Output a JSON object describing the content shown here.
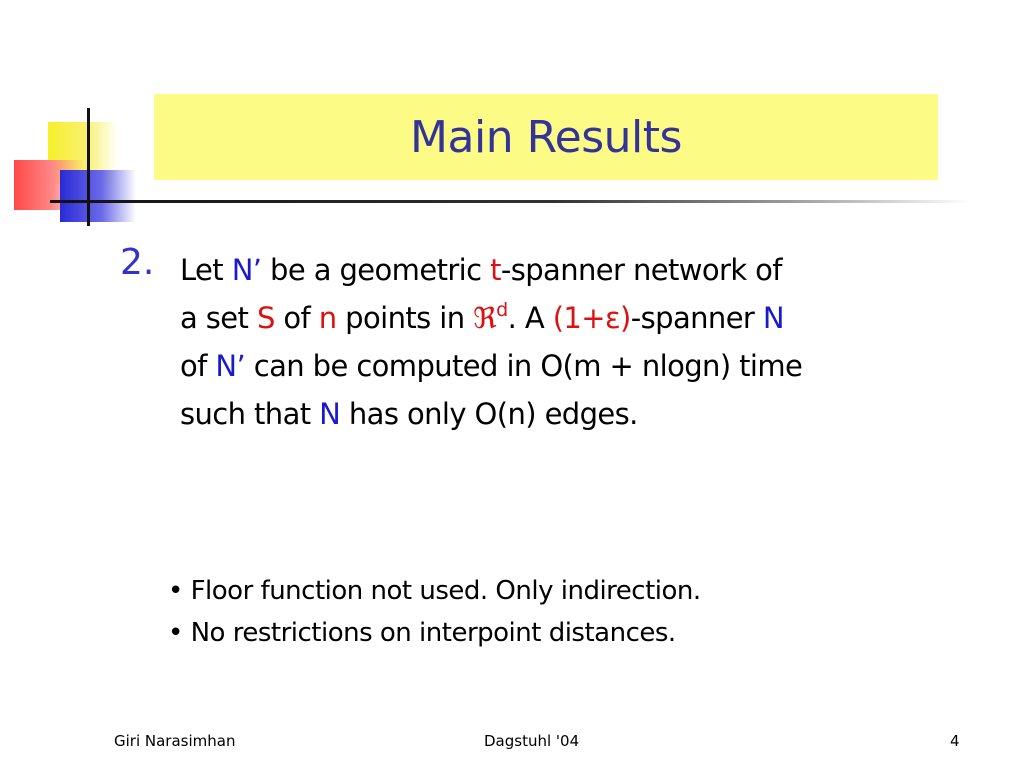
{
  "slide": {
    "title": "Main Results"
  },
  "item": {
    "number": "2.",
    "line1": {
      "a": "Let",
      "n_prime": "N’",
      "b": "be a geometric",
      "t": "t",
      "c": "-spanner network of"
    },
    "line2": {
      "a": "a set",
      "s": "S",
      "b": "of",
      "n": "n",
      "c": "points in",
      "real_symbol": "ℜ",
      "d_sup": "d",
      "d": ". A",
      "one_plus_eps": "(1+ε)",
      "e": "-spanner",
      "big_n": "N"
    },
    "line3": {
      "a": "of",
      "n_prime": "N’",
      "b": "can be computed in O(m + nlogn) time"
    },
    "line4": {
      "a": "such that",
      "big_n": "N",
      "b": "has only O(n) edges."
    }
  },
  "bullets": [
    "• Floor function not used. Only indirection.",
    "• No restrictions on interpoint distances."
  ],
  "footer": {
    "author": "Giri Narasimhan",
    "event": "Dagstuhl '04",
    "page_number": "4"
  },
  "colors": {
    "title_text": "#333399",
    "title_background": "#fbfb86",
    "accent_blue": "#1a1acc",
    "accent_red": "#dd1111"
  }
}
